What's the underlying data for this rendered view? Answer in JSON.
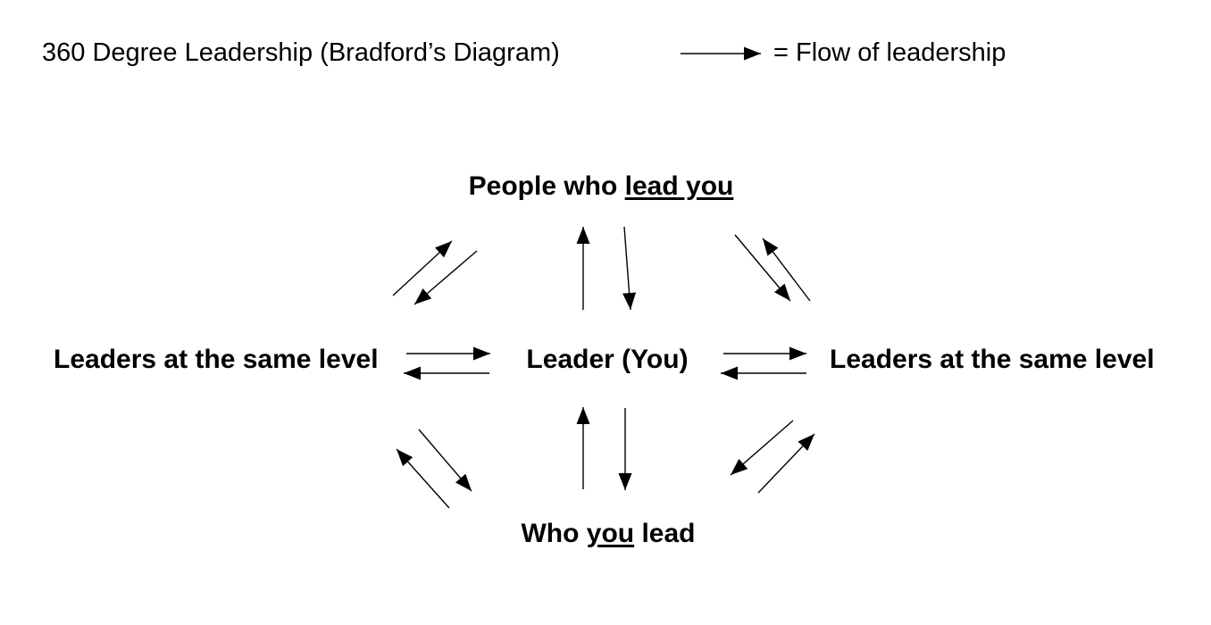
{
  "page": {
    "background_color": "#ffffff",
    "ink_color": "#000000"
  },
  "title": "360 Degree Leadership (Bradford’s Diagram)",
  "legend": {
    "label": "= Flow of leadership",
    "arrow": {
      "name": "flow-of-leadership-legend",
      "from": [
        762,
        60
      ],
      "to": [
        852,
        60
      ]
    }
  },
  "diagram": {
    "nodes": {
      "top": {
        "text_before": "People who ",
        "text_underlined": "lead you",
        "text_after": ""
      },
      "center": {
        "text": "Leader (You)"
      },
      "left": {
        "text": "Leaders at the same level"
      },
      "right": {
        "text": "Leaders at the same level"
      },
      "bottom": {
        "text_before": "Who ",
        "text_underlined": "you",
        "text_after": " lead"
      }
    },
    "arrows": [
      {
        "name": "top-pair-upward",
        "from": [
          653,
          347
        ],
        "to": [
          653,
          254
        ]
      },
      {
        "name": "top-pair-downward",
        "from": [
          699,
          254
        ],
        "to": [
          706,
          347
        ]
      },
      {
        "name": "upper-left-pair-upward",
        "from": [
          440,
          331
        ],
        "to": [
          506,
          270
        ]
      },
      {
        "name": "upper-left-pair-downward",
        "from": [
          534,
          281
        ],
        "to": [
          464,
          341
        ]
      },
      {
        "name": "upper-right-pair-upward",
        "from": [
          907,
          337
        ],
        "to": [
          854,
          267
        ]
      },
      {
        "name": "upper-right-pair-downward",
        "from": [
          823,
          263
        ],
        "to": [
          885,
          337
        ]
      },
      {
        "name": "left-pair-toward-center",
        "from": [
          455,
          396
        ],
        "to": [
          549,
          396
        ]
      },
      {
        "name": "left-pair-toward-left",
        "from": [
          548,
          418
        ],
        "to": [
          452,
          418
        ]
      },
      {
        "name": "right-pair-toward-right",
        "from": [
          810,
          396
        ],
        "to": [
          903,
          396
        ]
      },
      {
        "name": "right-pair-toward-center",
        "from": [
          903,
          418
        ],
        "to": [
          807,
          418
        ]
      },
      {
        "name": "bottom-pair-upward",
        "from": [
          653,
          548
        ],
        "to": [
          653,
          456
        ]
      },
      {
        "name": "bottom-pair-downward",
        "from": [
          700,
          457
        ],
        "to": [
          700,
          549
        ]
      },
      {
        "name": "lower-left-pair-upward",
        "from": [
          503,
          569
        ],
        "to": [
          444,
          503
        ]
      },
      {
        "name": "lower-left-pair-downward",
        "from": [
          469,
          481
        ],
        "to": [
          528,
          550
        ]
      },
      {
        "name": "lower-right-pair-downward",
        "from": [
          888,
          471
        ],
        "to": [
          818,
          532
        ]
      },
      {
        "name": "lower-right-pair-upward",
        "from": [
          849,
          552
        ],
        "to": [
          912,
          486
        ]
      }
    ]
  }
}
